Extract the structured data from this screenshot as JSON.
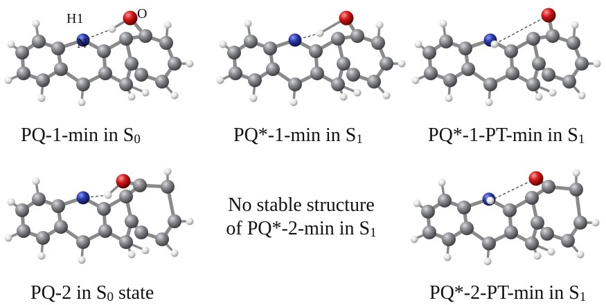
{
  "panels": [
    {
      "id": "pq1-s0",
      "caption_main": "PQ-1-min in S",
      "caption_sub": "0",
      "caption_tail": ""
    },
    {
      "id": "pq1-s1",
      "caption_main": "PQ*-1-min in S",
      "caption_sub": "1",
      "caption_tail": ""
    },
    {
      "id": "pq1pt-s1",
      "caption_main": "PQ*-1-PT-min in S",
      "caption_sub": "1",
      "caption_tail": ""
    },
    {
      "id": "pq2-s0",
      "caption_main": "PQ-2 in S",
      "caption_sub": "0",
      "caption_tail": " state"
    },
    {
      "id": "pq2pt-s1",
      "caption_main": "PQ*-2-PT-min in S",
      "caption_sub": "1",
      "caption_tail": ""
    }
  ],
  "note": {
    "line1": "No stable structure",
    "line2_main": "of PQ*-2-min in S",
    "line2_sub": "1"
  },
  "atom_labels": {
    "h1": "H1",
    "n": "N",
    "o": "O"
  },
  "colors": {
    "carbon": "#7d7f83",
    "hydrogen": "#e4e4e4",
    "nitrogen": "#2b3aa8",
    "oxygen": "#d01818",
    "bond": "#8a8a8a",
    "hbond": "#444444"
  }
}
